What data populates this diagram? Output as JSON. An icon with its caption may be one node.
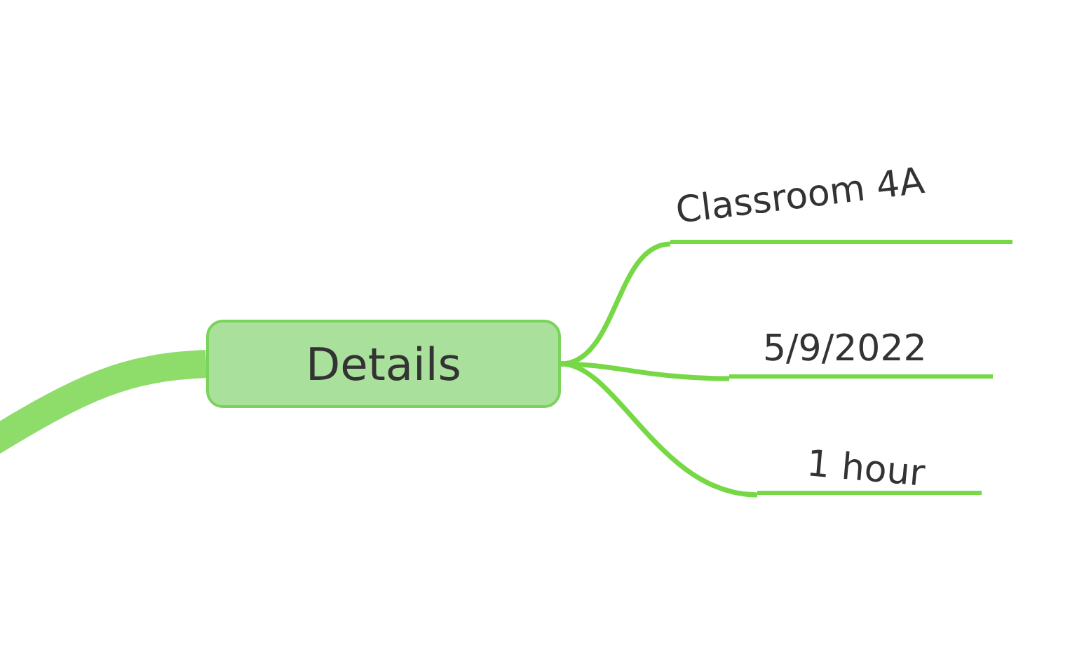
{
  "diagram": {
    "nodes": [
      {
        "text": [
          "Details"
        ]
      },
      {
        "text": [
          "Classroom 4A"
        ]
      },
      {
        "text": [
          "5/9/2022"
        ]
      },
      {
        "text": [
          "1 hour"
        ]
      }
    ],
    "edges": [
      {
        "from": null,
        "to": 0,
        "arrow": "none",
        "style": "thick"
      },
      {
        "from": 0,
        "to": 1,
        "arrow": "none"
      },
      {
        "from": 0,
        "to": 2,
        "arrow": "none"
      },
      {
        "from": 0,
        "to": 3,
        "arrow": "none"
      }
    ]
  }
}
